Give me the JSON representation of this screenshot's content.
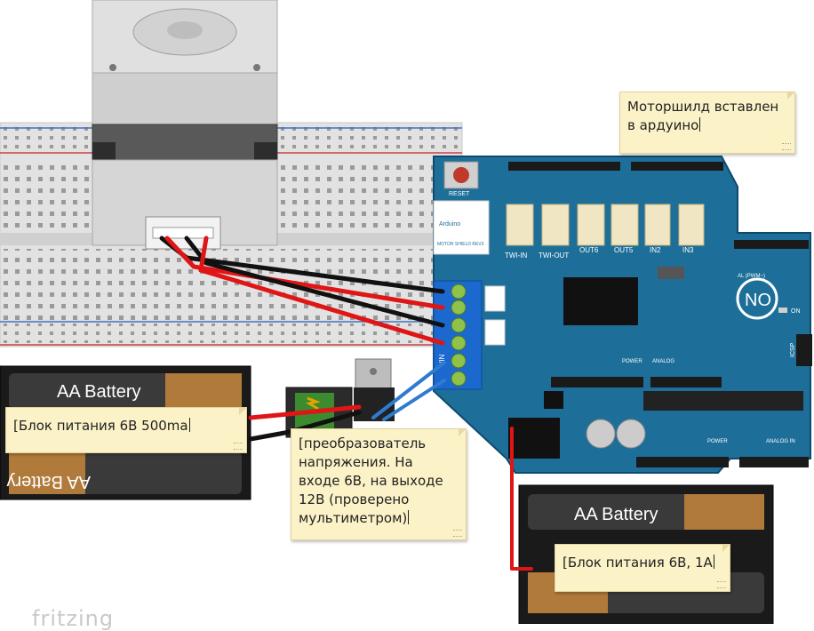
{
  "notes": {
    "moto_shield": "Моторшилд вставлен\nв ардуино",
    "psu_small": "[Блок питания 6В 500ma",
    "converter": "[преобразователь\nнапряжения. На\nвходе 6В, на выходе\n12В (проверено\nмультиметром)",
    "psu_large": "[Блок питания 6В, 1А"
  },
  "battery_label": "AA Battery",
  "shield": {
    "reset_label": "RESET",
    "logo_text": "Arduino",
    "model_text": "MOTOR\nSHIELD REV3",
    "connectors": [
      "TWI-IN",
      "TWI-OUT",
      "OUT6",
      "OUT5",
      "IN2",
      "IN3"
    ],
    "header_power": "POWER",
    "header_analog": "ANALOG IN",
    "header_analog_short": "ANALOG",
    "board_name": "NO",
    "on_label": "ON",
    "icsp_label": "ICSP",
    "pwm_label": "AL (PWM~)",
    "vin_label": "VIN"
  },
  "watermark": "fritzing",
  "colors": {
    "board": "#1d6f99",
    "board_dark": "#14557a",
    "breadboard": "#dcdcdc",
    "wire_red": "#e01515",
    "wire_black": "#111111",
    "wire_blue": "#2f7bd0",
    "note_bg": "#fcf2c8"
  }
}
